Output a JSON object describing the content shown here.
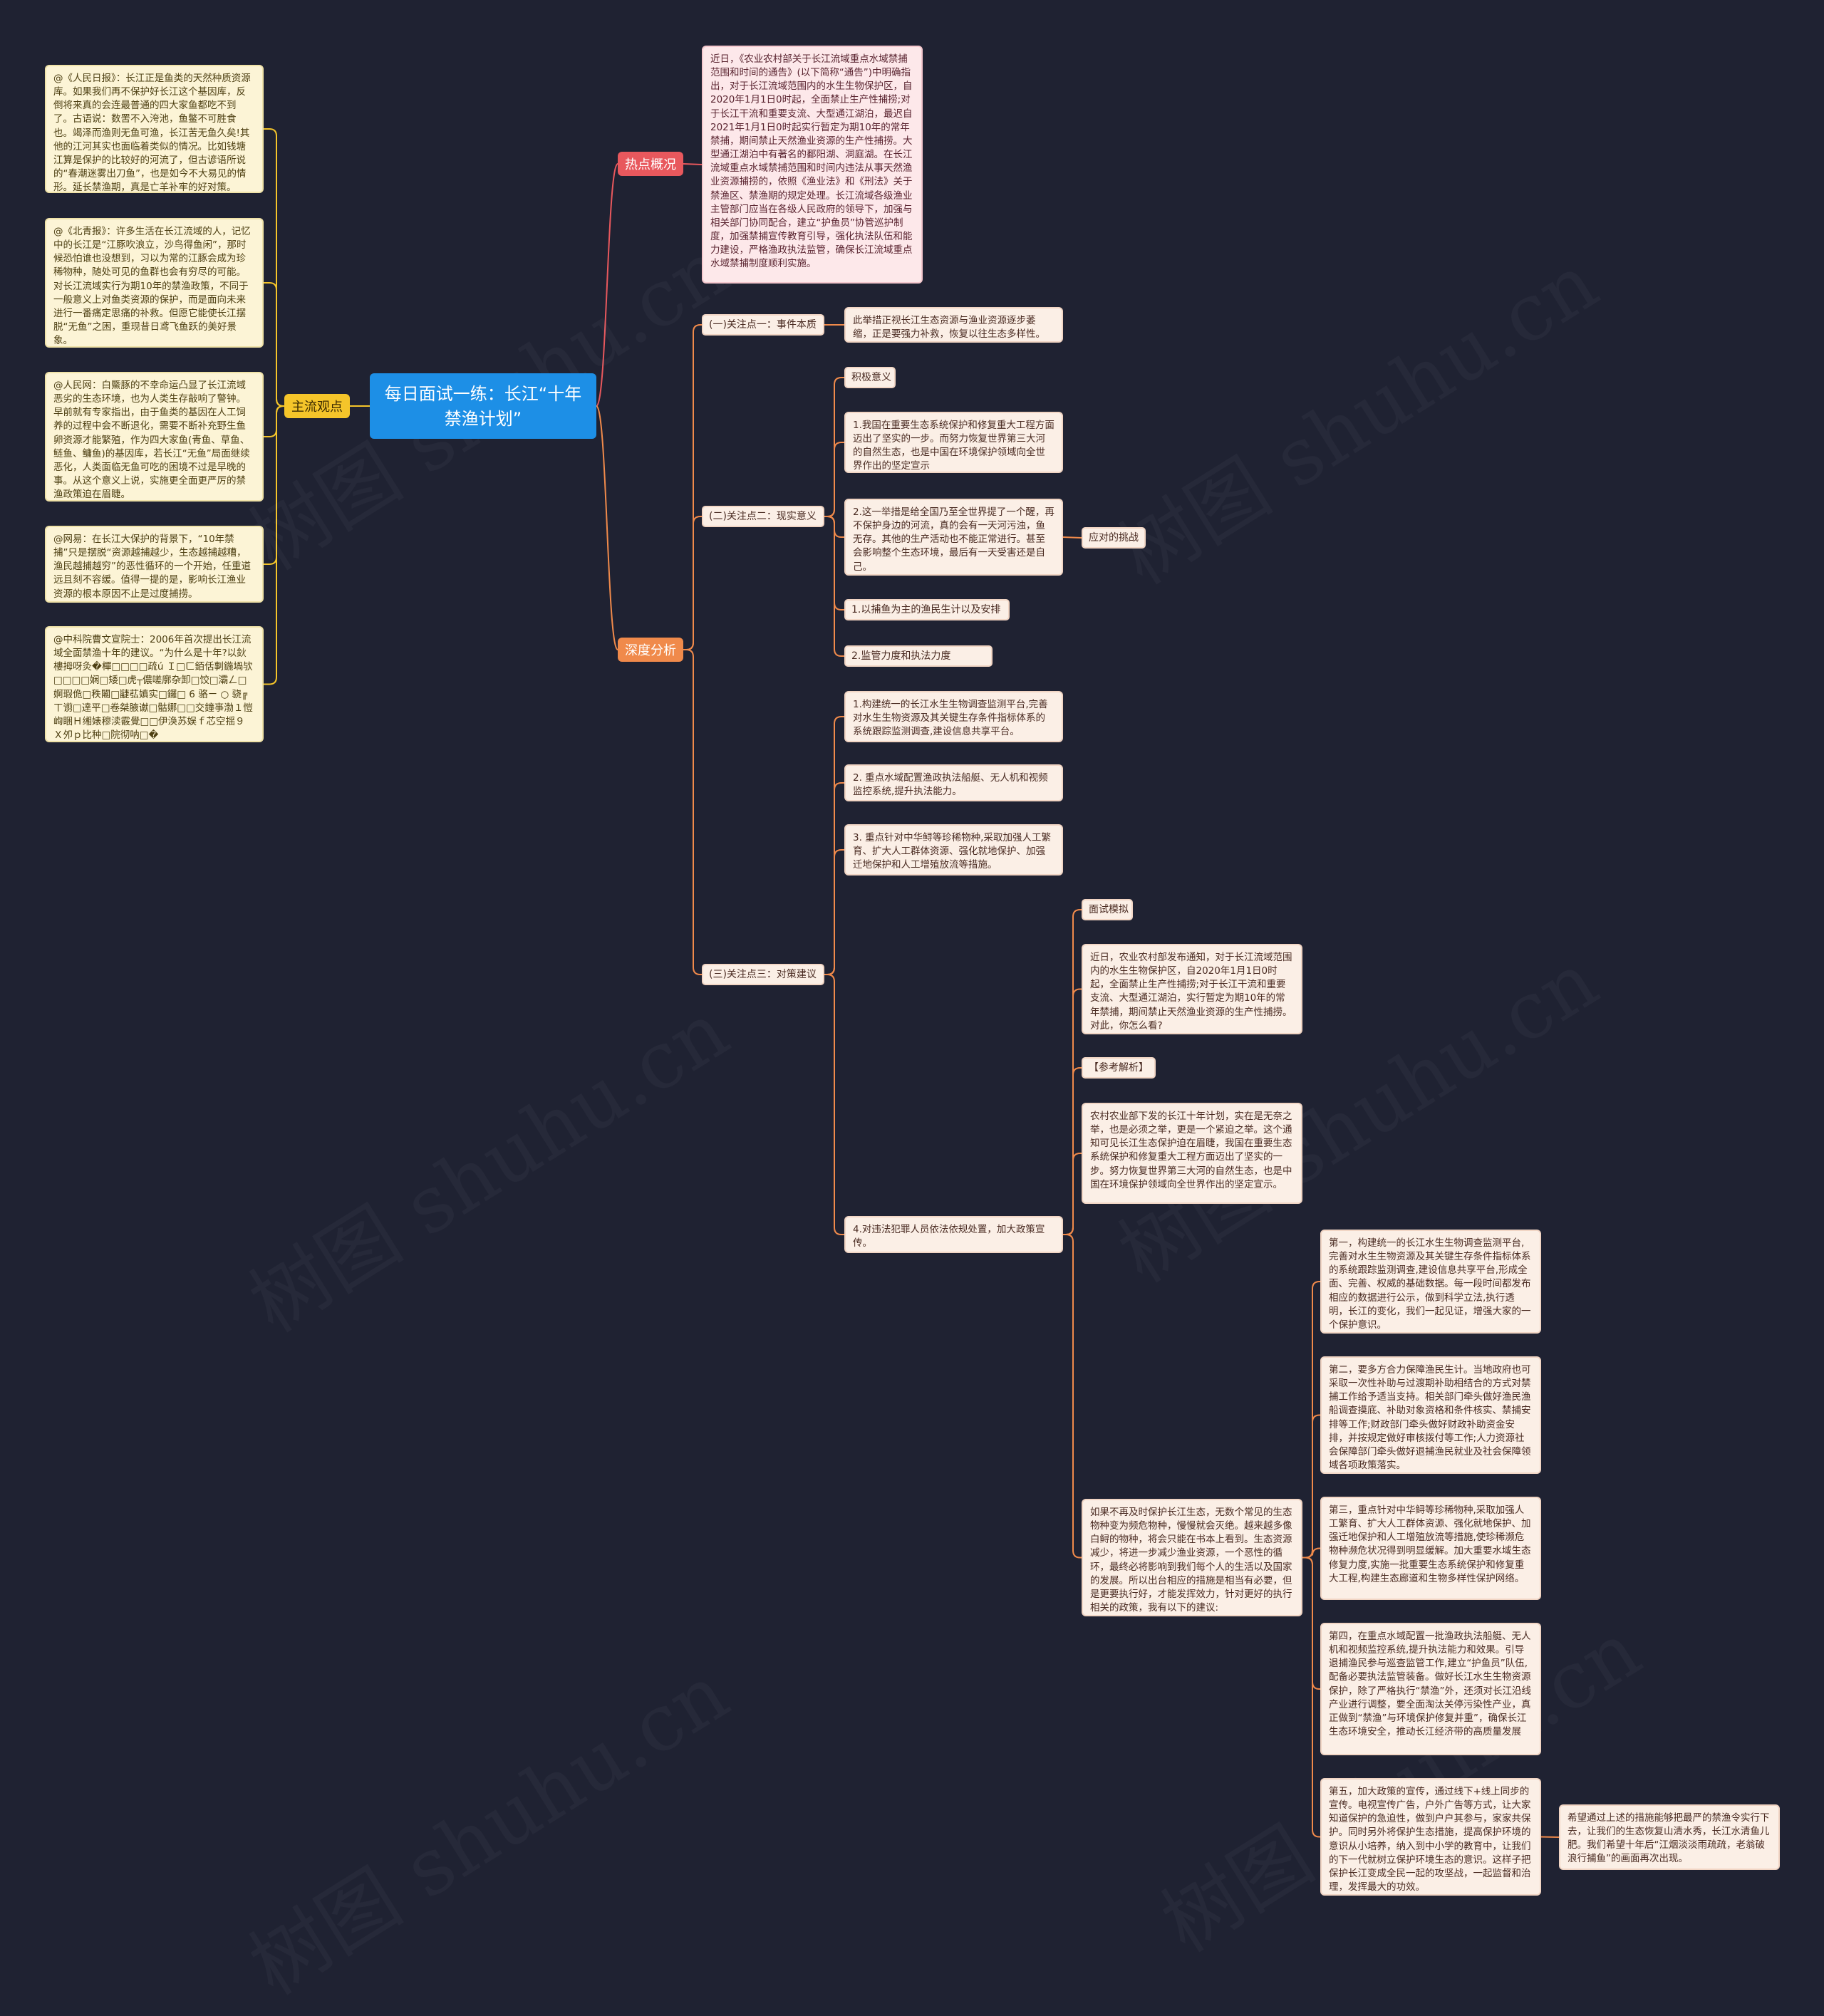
{
  "colors": {
    "background": "#1f2232",
    "root": "#1d8fe6",
    "hot_branch": "#e8585d",
    "deep_branch": "#f08a4b",
    "main_branch": "#f5c52a",
    "connector_hot": "#e8585d",
    "connector_deep": "#f08a4b",
    "connector_main": "#f5c52a"
  },
  "watermark": "树图 shuhu.cn",
  "root": {
    "title": "每日面试一练：长江“十年禁渔计划”"
  },
  "hot": {
    "label": "热点概况",
    "text": "近日，《农业农村部关于长江流域重点水域禁捕范围和时间的通告》(以下简称“通告”)中明确指出，对于长江流域范围内的水生生物保护区，自2020年1月1日0时起，全面禁止生产性捕捞;对于长江干流和重要支流、大型通江湖泊，最迟自2021年1月1日0时起实行暂定为期10年的常年禁捕，期间禁止天然渔业资源的生产性捕捞。大型通江湖泊中有著名的鄱阳湖、洞庭湖。在长江流域重点水域禁捕范围和时间内违法从事天然渔业资源捕捞的，依照《渔业法》和《刑法》关于禁渔区、禁渔期的规定处理。长江流域各级渔业主管部门应当在各级人民政府的领导下，加强与相关部门协同配合，建立“护鱼员”协管巡护制度，加强禁捕宣传教育引导，强化执法队伍和能力建设，严格渔政执法监管，确保长江流域重点水域禁捕制度顺利实施。"
  },
  "deep": {
    "label": "深度分析",
    "focus1": {
      "label": "(一)关注点一：事件本质",
      "text": "此举措正视长江生态资源与渔业资源逐步萎缩，正是要强力补救，恢复以往生态多样性。"
    },
    "focus2": {
      "label": "(二)关注点二：现实意义",
      "positive_label": "积极意义",
      "positive1": "1.我国在重要生态系统保护和修复重大工程方面迈出了坚实的一步。而努力恢复世界第三大河的自然生态，也是中国在环境保护领域向全世界作出的坚定宣示",
      "positive2": "2.这一举措是给全国乃至全世界提了一个醒，再不保护身边的河流，真的会有一天河污浊，鱼无存。其他的生产活动也不能正常进行。甚至会影响整个生态环境，最后有一天受害还是自己。",
      "challenge_label": "应对的挑战",
      "challenge1": "1.以捕鱼为主的渔民生计以及安排",
      "challenge2": "2.监管力度和执法力度"
    },
    "focus3": {
      "label": "(三)关注点三：对策建议",
      "s1": "1.构建统一的长江水生生物调查监测平台,完善对水生生物资源及其关键生存条件指标体系的系统跟踪监测调查,建设信息共享平台。",
      "s2": "2. 重点水域配置渔政执法船艇、无人机和视频监控系统,提升执法能力。",
      "s3": "3. 重点针对中华鲟等珍稀物种,采取加强人工繁育、扩大人工群体资源、强化就地保护、加强迁地保护和人工增殖放流等措施。",
      "s4": "4.对违法犯罪人员依法依规处置，加大政策宣传。",
      "interview_label": "面试模拟",
      "interview_q": "近日，农业农村部发布通知，对于长江流域范围内的水生生物保护区，自2020年1月1日0时起，全面禁止生产性捕捞;对于长江干流和重要支流、大型通江湖泊，实行暂定为期10年的常年禁捕，期间禁止天然渔业资源的生产性捕捞。对此，你怎么看?",
      "ref_label": "【参考解析】",
      "ref1": "农村农业部下发的长江十年计划，实在是无奈之举，也是必须之举，更是一个紧迫之举。这个通知可见长江生态保护迫在眉睫，我国在重要生态系统保护和修复重大工程方面迈出了坚实的一步。努力恢复世界第三大河的自然生态，也是中国在环境保护领域向全世界作出的坚定宣示。",
      "ref2": "如果不再及时保护长江生态，无数个常见的生态物种变为频危物种，慢慢就会灭绝。越来越多像白鲟的物种，将会只能在书本上看到。生态资源减少，将进一步减少渔业资源，一个恶性的循环，最终必将影响到我们每个人的生活以及国家的发展。所以出台相应的措施是相当有必要，但是更要执行好，才能发挥效力，针对更好的执行相关的政策，我有以下的建议:",
      "p1": "第一，构建统一的长江水生生物调查监测平台,完善对水生生物资源及其关键生存条件指标体系的系统跟踪监测调查,建设信息共享平台,形成全面、完善、权威的基础数据。每一段时间都发布相应的数据进行公示，做到科学立法,执行透明，长江的变化，我们一起见证，增强大家的一个保护意识。",
      "p2": "第二，要多方合力保障渔民生计。当地政府也可采取一次性补助与过渡期补助相结合的方式对禁捕工作给予适当支持。相关部门牵头做好渔民渔船调查摸底、补助对象资格和条件核实、禁捕安排等工作;财政部门牵头做好财政补助资金安排，并按规定做好审核拨付等工作;人力资源社会保障部门牵头做好退捕渔民就业及社会保障领域各项政策落实。",
      "p3": "第三，重点针对中华鲟等珍稀物种,采取加强人工繁育、扩大人工群体资源、强化就地保护、加强迁地保护和人工增殖放流等措施,使珍稀濒危物种濒危状况得到明显缓解。加大重要水域生态修复力度,实施一批重要生态系统保护和修复重大工程,构建生态廊道和生物多样性保护网络。",
      "p4": "第四，在重点水域配置一批渔政执法船艇、无人机和视频监控系统,提升执法能力和效果。引导退捕渔民参与巡查监管工作,建立“护鱼员”队伍,配备必要执法监管装备。做好长江水生生物资源保护，除了严格执行“禁渔”外，还须对长江沿线产业进行调整，要全面淘汰关停污染性产业，真正做到“禁渔”与环境保护修复并重”，确保长江生态环境安全，推动长江经济带的高质量发展",
      "p5": "第五，加大政策的宣传，通过线下+线上同步的宣传。电视宣传广告，户外广告等方式，让大家知道保护的急迫性，做到户户其参与，家家共保护。同时另外将保护生态措施，提高保护环境的意识从小培养，纳入到中小学的教育中，让我们的下一代就树立保护环境生态的意识。这样子把保护长江变成全民一起的攻坚战，一起监督和治理，发挥最大的功效。",
      "conclusion": "希望通过上述的措施能够把最严的禁渔令实行下去，让我们的生态恢复山清水秀，长江水清鱼儿肥。我们希望十年后“江烟淡淡雨疏疏，老翁破浪行捕鱼”的画面再次出现。"
    }
  },
  "main": {
    "label": "主流观点",
    "v1": "@《人民日报》：长江正是鱼类的天然种质资源库。如果我们再不保护好长江这个基因库，反倒将来真的会连最普通的四大家鱼都吃不到了。古语说：数罟不入洿池，鱼鳖不可胜食也。竭泽而渔则无鱼可渔，长江苦无鱼久矣!其他的江河其实也面临着类似的情况。比如钱塘江算是保护的比较好的河流了，但古谚语所说的“春潮迷雾出刀鱼”，也是如今不大易见的情形。延长禁渔期，真是亡羊补牢的好对策。",
    "v2": "@《北青报》：许多生活在长江流域的人，记忆中的长江是“江豚吹浪立，沙鸟得鱼闲”，那时候恐怕谁也没想到，习以为常的江豚会成为珍稀物种，随处可见的鱼群也会有穷尽的可能。对长江流域实行为期10年的禁渔政策，不同于一般意义上对鱼类资源的保护，而是面向未来进行一番痛定思痛的补救。但愿它能使长江摆脱“无鱼”之困，重现昔日鸢飞鱼跃的美好景象。",
    "v3": "@人民网：白鱀豚的不幸命运凸显了长江流域恶劣的生态环境，也为人类生存敲响了警钟。早前就有专家指出，由于鱼类的基因在人工饲养的过程中会不断退化，需要不断补充野生鱼卵资源才能繁殖，作为四大家鱼(青鱼、草鱼、鲢鱼、鳙鱼)的基因库，若长江“无鱼”局面继续恶化，人类面临无鱼可吃的困境不过是早晚的事。从这个意义上说，实施更全面更严厉的禁渔政策迫在眉睫。",
    "v4": "@网易：在长江大保护的背景下，“10年禁捕”只是摆脱“资源越捕越少，生态越捕越糟，渔民越捕越穷”的恶性循环的一个开始，任重道远且刻不容缓。值得一提的是，影响长江渔业资源的根本原因不止是过度捕捞。",
    "v5": "@中科院曹文宣院士：2006年首次提出长江流域全面禁渔十年的建议。“为什么是十年?以鈥樓拇呀灸�樿□□□□疏ú Ｉ□ㄈ銆佸剚鍦堝欤□□□□娴□矮□虎┬儂嗟廓杂卸□饺□灞ㄥ□婀瑕佹□秩闂□疀苰嫃实□鑼□ 6 骆ㄧ ○ 骁╔ㄒ谫□達平□卷桀腋谳□骷娜□□交鐘亊渤１愷峋睏Ｈ缃婊穆渎霰覺□□伊涣苏娱ｆ芯空揺９ Ｘ夘ｐ比种□院彻呐□�"
  }
}
